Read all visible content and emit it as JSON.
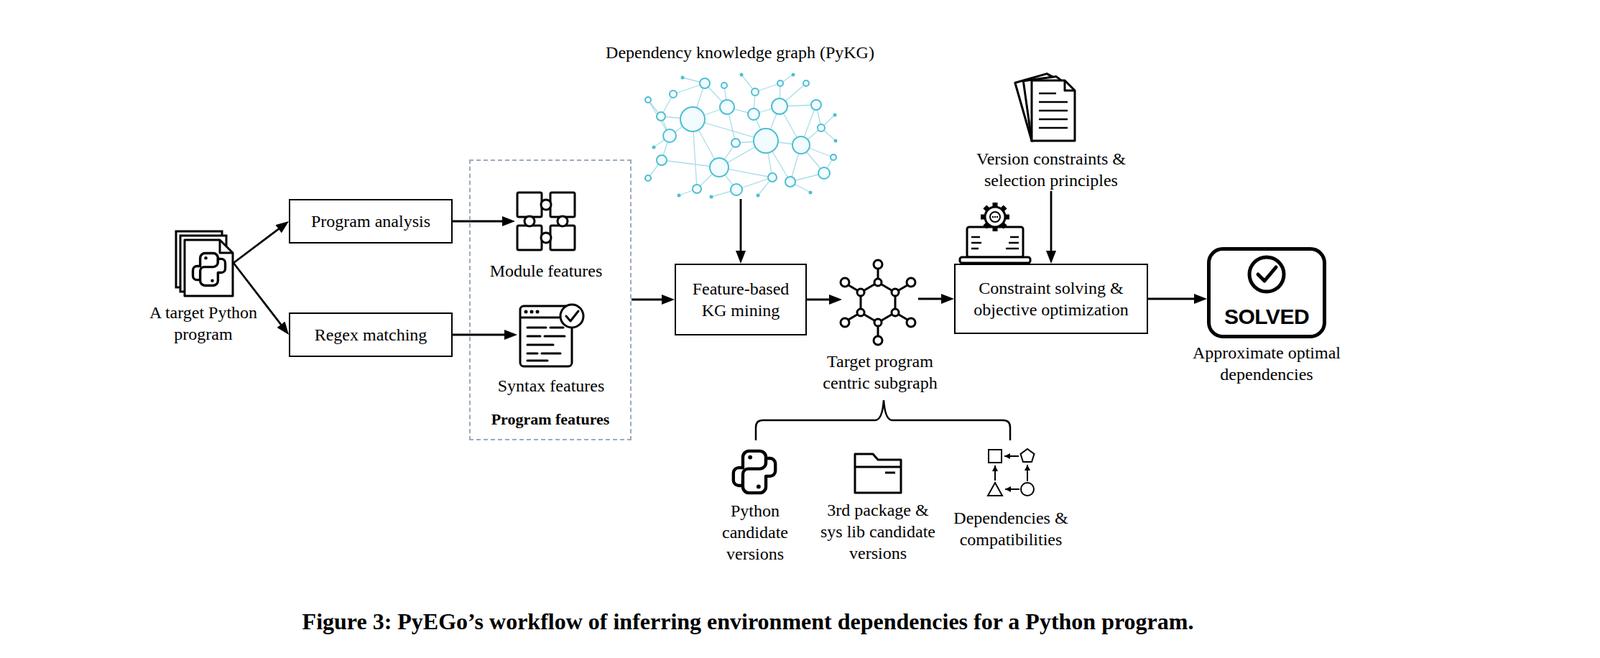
{
  "diagram": {
    "caption": "Figure 3: PyEGo’s workflow of inferring environment dependencies for a Python program.",
    "nodes": [
      {
        "text": [
          "A target Python program"
        ]
      },
      {
        "text": [
          "Program analysis"
        ]
      },
      {
        "text": [
          "Regex matching"
        ]
      },
      {
        "text": [
          "Program features"
        ]
      },
      {
        "text": [
          "Module features"
        ],
        "in": 3
      },
      {
        "text": [
          "Syntax features"
        ],
        "in": 3
      },
      {
        "text": [
          "Dependency knowledge graph (PyKG)"
        ]
      },
      {
        "text": [
          "Feature-based KG mining"
        ]
      },
      {
        "text": [
          "Target program centric subgraph"
        ]
      },
      {
        "text": [
          "Version constraints & selection principles"
        ]
      },
      {
        "text": [
          "Constraint solving & objective optimization"
        ]
      },
      {
        "text": [
          "SOLVED",
          "Approximate optimal dependencies"
        ]
      },
      {
        "text": [
          "Python candidate versions"
        ]
      },
      {
        "text": [
          "3rd package & sys lib candidate versions"
        ]
      },
      {
        "text": [
          "Dependencies & compatibilities"
        ]
      }
    ],
    "edges": [
      {
        "from": 0,
        "to": 1,
        "arrow": "to"
      },
      {
        "from": 0,
        "to": 2,
        "arrow": "to"
      },
      {
        "from": 1,
        "to": 4,
        "arrow": "to"
      },
      {
        "from": 2,
        "to": 5,
        "arrow": "to"
      },
      {
        "from": 3,
        "to": 7,
        "arrow": "to"
      },
      {
        "from": 6,
        "to": 7,
        "arrow": "to"
      },
      {
        "from": 7,
        "to": 8,
        "arrow": "to"
      },
      {
        "from": 8,
        "to": 10,
        "arrow": "to"
      },
      {
        "from": 9,
        "to": 10,
        "arrow": "to"
      },
      {
        "from": 10,
        "to": 11,
        "arrow": "to"
      }
    ]
  }
}
